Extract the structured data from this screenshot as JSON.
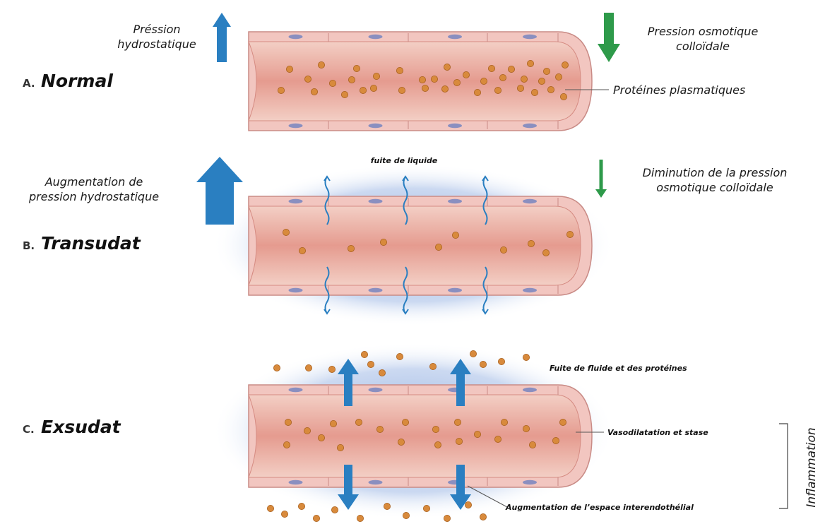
{
  "panels": {
    "a": {
      "prefix": "A.",
      "title": "Normal",
      "left_label_lines": [
        "Préssion",
        "hydrostatique"
      ],
      "right_label_lines": [
        "Pression osmotique",
        "colloïdale"
      ],
      "protein_label": "Protéines plasmatiques"
    },
    "b": {
      "prefix": "B.",
      "title": "Transudat",
      "top_label": "fuite de liquide",
      "left_label_lines": [
        "Augmentation de",
        "pression hydrostatique"
      ],
      "right_label_lines": [
        "Diminution de la pression",
        "osmotique colloïdale"
      ]
    },
    "c": {
      "prefix": "C.",
      "title": "Exsudat",
      "leak_label": "Fuite de fluide et des protéines",
      "vaso_label": "Vasodilatation et stase",
      "gap_label": "Augmentation de l’espace interendothélial",
      "bracket_label": "Inflammation"
    }
  },
  "colors": {
    "vessel_wall": "#f2c6c0",
    "vessel_wall_stroke": "#c98b86",
    "lumen": "#e9a99e",
    "protein": "#d88a3c",
    "nucleus": "#8a8fc0",
    "blue_arrow": "#2a7fc1",
    "green_arrow": "#2e9a4a",
    "halo": "#9fb6e0"
  },
  "icons": [
    "up-arrow-icon",
    "down-arrow-icon",
    "wavy-arrow-icon"
  ]
}
